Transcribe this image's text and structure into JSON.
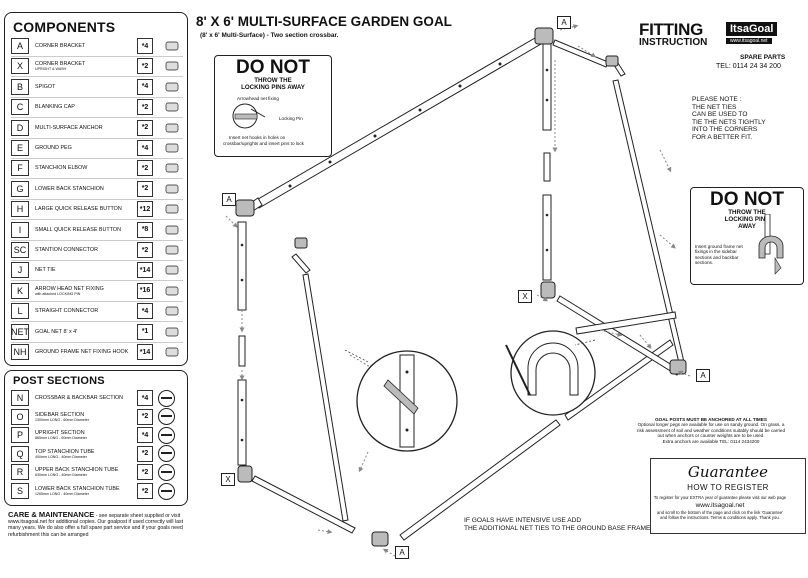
{
  "components": {
    "title": "COMPONENTS",
    "items": [
      {
        "key": "A",
        "name": "CORNER BRACKET",
        "sub": "",
        "qty": "*4",
        "icon": "corner-bracket-icon"
      },
      {
        "key": "X",
        "name": "CORNER BRACKET",
        "sub": "UPRIGHT & WASH",
        "qty": "*2",
        "icon": "corner-bracket-upright-icon"
      },
      {
        "key": "B",
        "name": "SPIGOT",
        "sub": "",
        "qty": "*4",
        "icon": "spigot-icon"
      },
      {
        "key": "C",
        "name": "BLANKING CAP",
        "sub": "",
        "qty": "*2",
        "icon": "blanking-cap-icon"
      },
      {
        "key": "D",
        "name": "MULTI-SURFACE ANCHOR",
        "sub": "",
        "qty": "*2",
        "icon": "anchor-icon"
      },
      {
        "key": "E",
        "name": "GROUND PEG",
        "sub": "",
        "qty": "*4",
        "icon": "ground-peg-icon"
      },
      {
        "key": "F",
        "name": "STANCHION ELBOW",
        "sub": "",
        "qty": "*2",
        "icon": "elbow-icon"
      },
      {
        "key": "G",
        "name": "LOWER BACK STANCHION",
        "sub": "",
        "qty": "*2",
        "icon": "stanchion-icon"
      },
      {
        "key": "H",
        "name": "LARGE QUICK RELEASE BUTTON",
        "sub": "",
        "qty": "*12",
        "icon": "large-button-icon"
      },
      {
        "key": "I",
        "name": "SMALL QUICK RELEASE BUTTON",
        "sub": "",
        "qty": "*8",
        "icon": "small-button-icon"
      },
      {
        "key": "SC",
        "name": "STANTION CONNECTOR",
        "sub": "",
        "qty": "*2",
        "icon": "connector-icon"
      },
      {
        "key": "J",
        "name": "NET TIE",
        "sub": "",
        "qty": "*14",
        "icon": "net-tie-icon"
      },
      {
        "key": "K",
        "name": "ARROW HEAD NET FIXING",
        "sub": "with attached LOCKING PIN",
        "qty": "*16",
        "icon": "arrow-fixing-icon"
      },
      {
        "key": "L",
        "name": "STRAIGHT CONNECTOR",
        "sub": "",
        "qty": "*4",
        "icon": "straight-connector-icon"
      },
      {
        "key": "NET",
        "name": "GOAL NET 8' x 4'",
        "sub": "",
        "qty": "*1",
        "icon": "net-icon"
      },
      {
        "key": "NH",
        "name": "GROUND FRAME NET FIXING HOOK",
        "sub": "",
        "qty": "*14",
        "icon": "hook-icon"
      }
    ]
  },
  "posts": {
    "title": "POST SECTIONS",
    "items": [
      {
        "key": "N",
        "name": "CROSSBAR & BACKBAR SECTION",
        "sub": "",
        "qty": "*4"
      },
      {
        "key": "O",
        "name": "SIDEBAR SECTION",
        "sub": "1300mm LONG - 60mm Diameter",
        "qty": "*2"
      },
      {
        "key": "P",
        "name": "UPRIGHT SECTION",
        "sub": "865mm LONG - 60mm Diameter",
        "qty": "*4"
      },
      {
        "key": "Q",
        "name": "TOP STANCHION TUBE",
        "sub": "400mm LONG - 40mm Diameter",
        "qty": "*2"
      },
      {
        "key": "R",
        "name": "UPPER BACK STANCHION TUBE",
        "sub": "630mm LONG - 40mm Diameter",
        "qty": "*2"
      },
      {
        "key": "S",
        "name": "LOWER BACK STANCHION TUBE",
        "sub": "1265mm LONG - 40mm Diameter",
        "qty": "*2"
      }
    ]
  },
  "care": {
    "title": "CARE & MAINTENANCE",
    "text": " - see separate sheet supplied or visit www.itsagoal.net for additional copies. Our goalpost if used correctly will last many years. We do also offer a full spare part service and if your goals need refurbishment this can be arranged"
  },
  "header": {
    "title": "8' X 6' MULTI-SURFACE GARDEN GOAL",
    "subtitle": "(8' x 6' Multi-Surface) - Two section crossbar."
  },
  "brand": {
    "fitting": "FITTING",
    "instruction": "INSTRUCTION",
    "logo": "ItsaGoal",
    "url": "www.itsagoal.net",
    "spare": "SPARE PARTS",
    "tel": "TEL: 0114 24 34 200"
  },
  "please_note": {
    "lines": [
      "PLEASE NOTE :",
      "THE NET TIES",
      "CAN BE USED TO",
      "TIE THE NETS TIGHTLY",
      "INTO THE CORNERS",
      "FOR A BETTER FIT."
    ]
  },
  "donot1": {
    "title": "DO NOT",
    "sub1": "THROW THE",
    "sub2": "LOCKING PINS AWAY",
    "arrow_label": "Arrowhead net fixing",
    "pin_label": "Locking Pin",
    "caption1": "Insert net hooks in holes on",
    "caption2": "crossbar/uprights and insert pins to lock"
  },
  "donot2": {
    "title": "DO NOT",
    "sub1": "THROW THE",
    "sub2": "LOCKING PINS",
    "sub3": "AWAY",
    "caption1": "Insert ground frame net",
    "caption2": "fixings in the sidebar",
    "caption3": "sections and backbar",
    "caption4": "sections."
  },
  "anchor_note": {
    "title": "GOAL POSTS MUST BE ANCHORED AT ALL TIMES",
    "l1": "Optional longer pegs are available for use on sandy ground. On grass, a",
    "l2": "risk assessment of soil and weather conditions suitably should be carried",
    "l3": "out when anchors or counter weights are to be used.",
    "l4": "Extra anchors are available TEL: 0114 2434200"
  },
  "intensive": {
    "l1": "IF GOALS HAVE INTENSIVE USE ADD",
    "l2": "THE ADDITIONAL NET TIES TO THE GROUND BASE FRAME"
  },
  "guarantee": {
    "title": "Guarantee",
    "how": "HOW TO REGISTER",
    "l1": "To register for your EXTRA year of guarantee please visit our web page",
    "url": "www.itsagoal.net",
    "l2": "and scroll to the bottom of the page and click on the link 'Guarantee'",
    "l3": "and follow the instructions. Terms & conditions apply. Thank you."
  },
  "diagram_labels": {
    "a_top": "A",
    "a_left": "A",
    "a_right": "A",
    "a_bottom": "A",
    "x_mid": "X",
    "x_left": "X"
  }
}
